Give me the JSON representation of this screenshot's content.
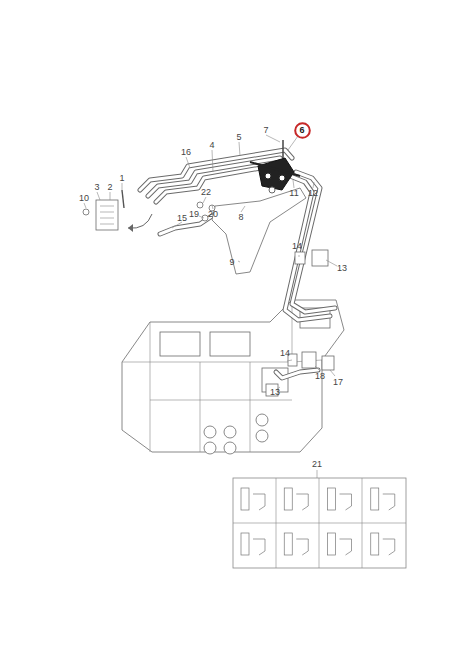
{
  "diagram": {
    "nodes": [
      {
        "text": [
          "6"
        ]
      }
    ],
    "labels": [
      "7",
      "5",
      "4",
      "16",
      "1",
      "2",
      "3",
      "10",
      "22",
      "11",
      "12",
      "20",
      "8",
      "19",
      "15",
      "9",
      "14",
      "13",
      "14",
      "18",
      "17",
      "13",
      "21"
    ]
  }
}
